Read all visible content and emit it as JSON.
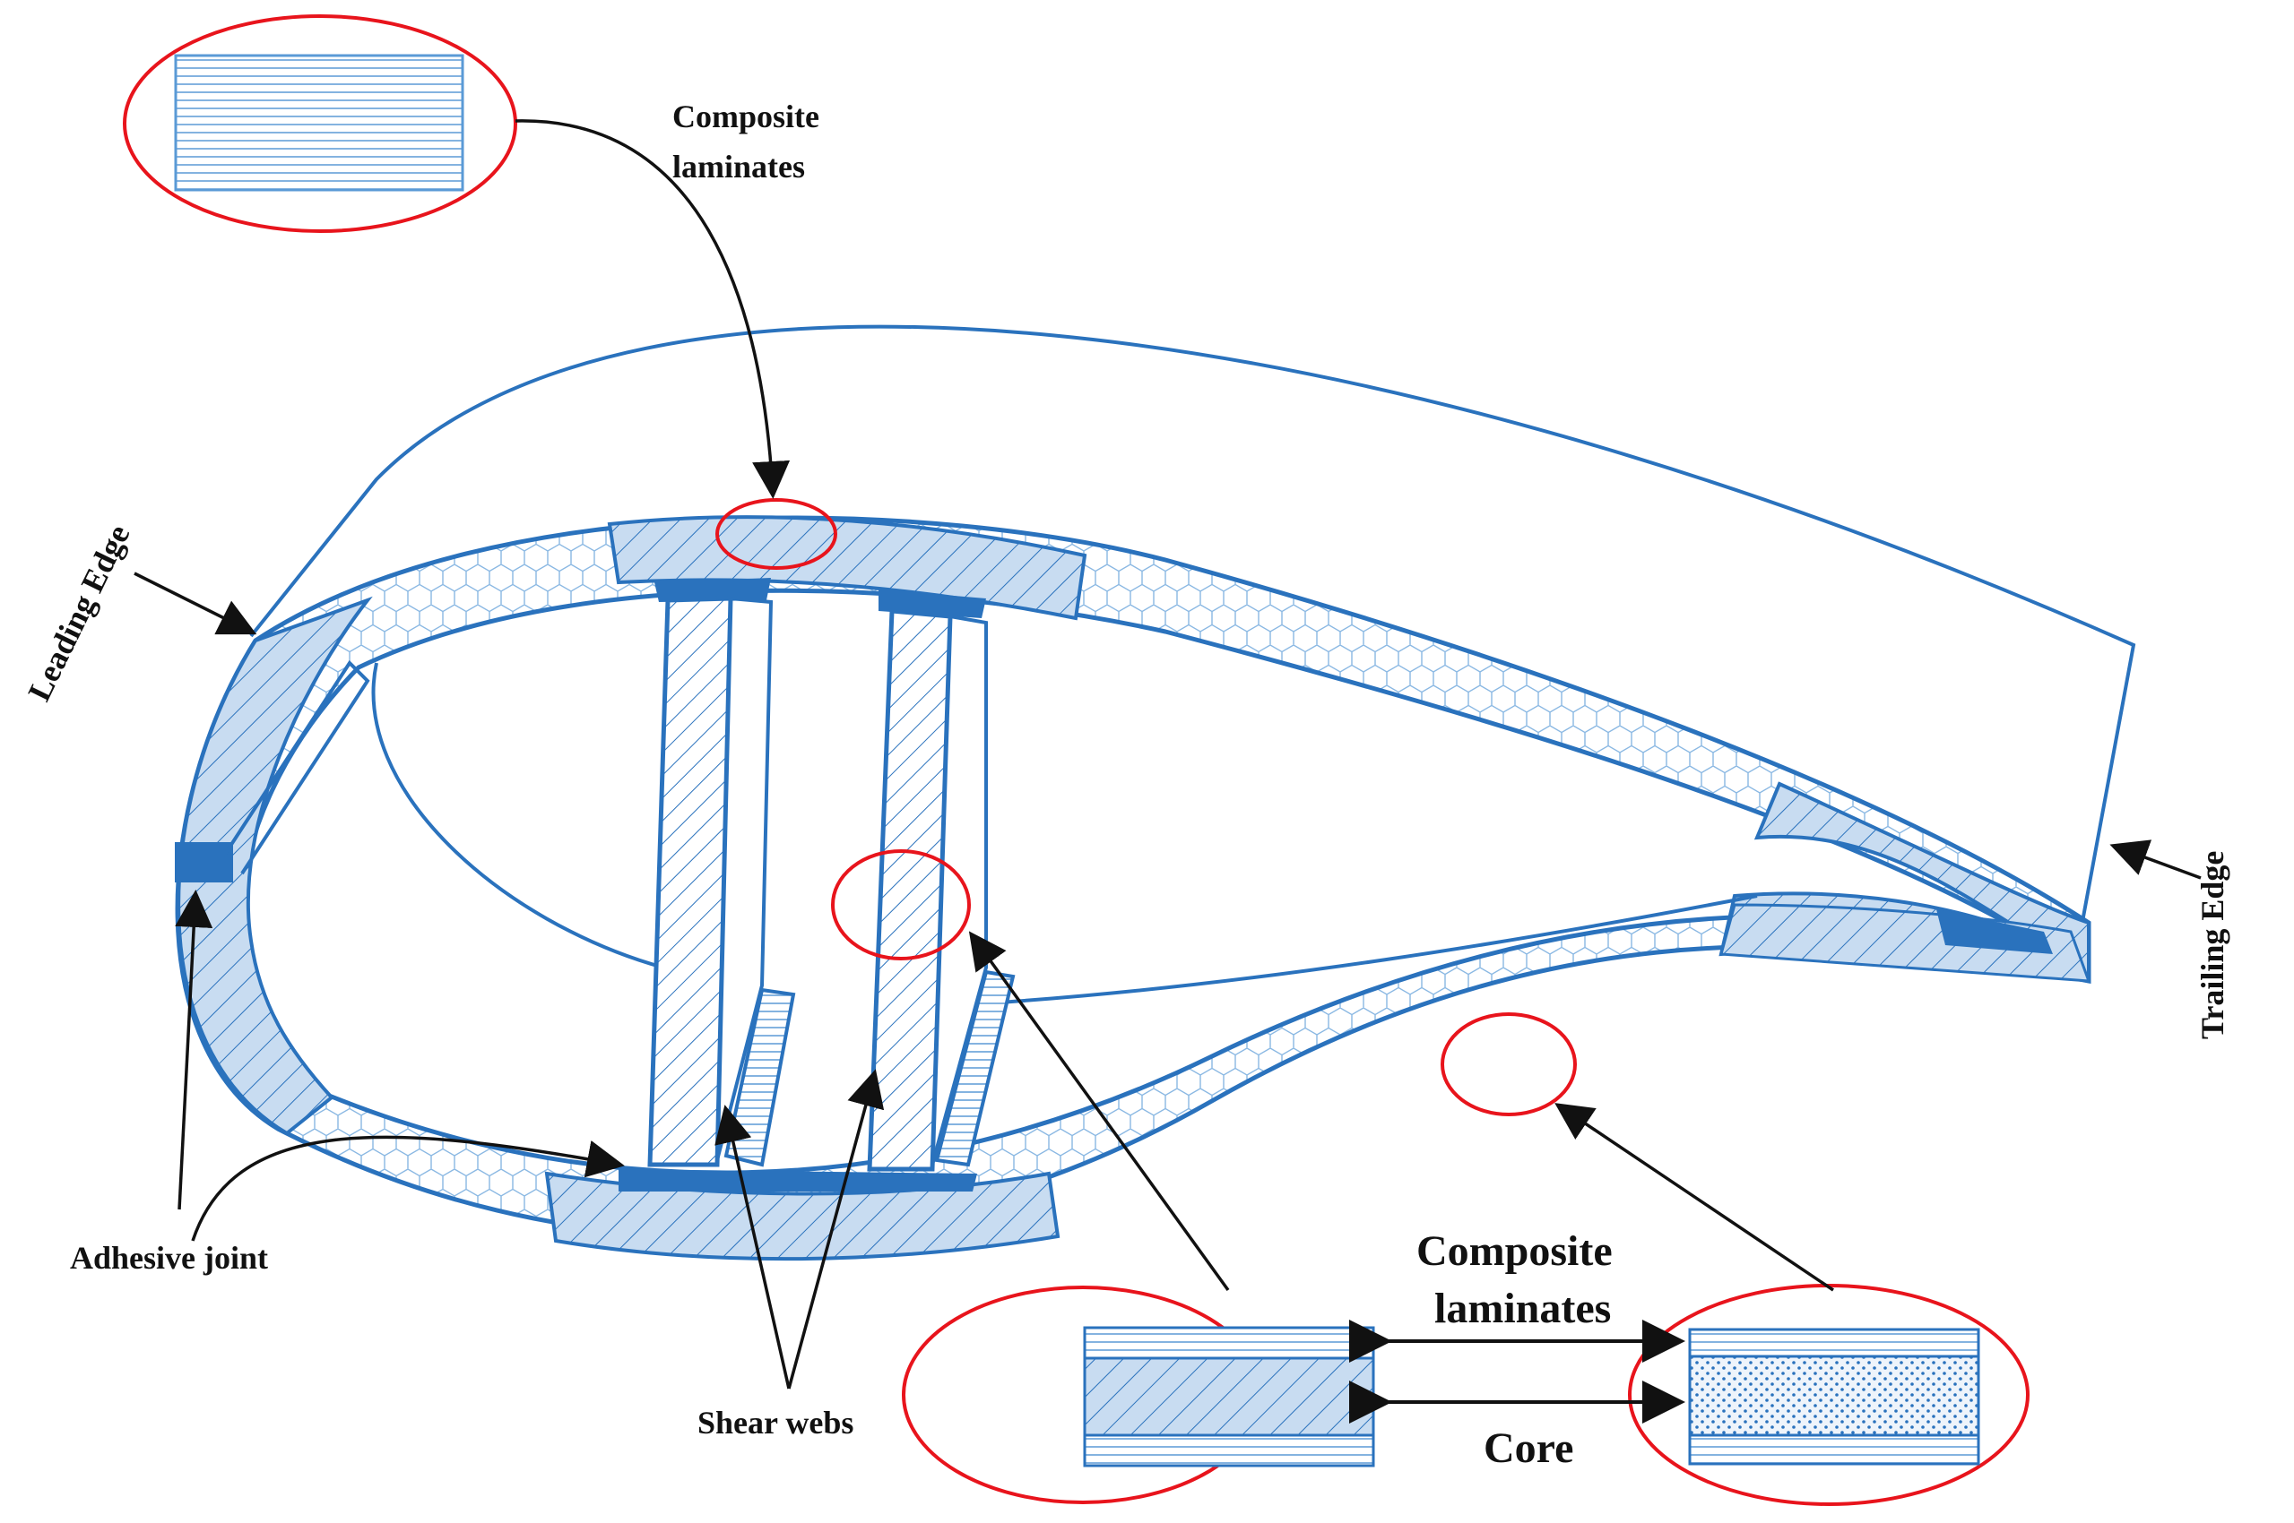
{
  "labels": {
    "composite_top_1": "Composite",
    "composite_top_2": "laminates",
    "leading_edge": "Leading Edge",
    "trailing_edge": "Trailing Edge",
    "adhesive_joint": "Adhesive joint",
    "shear_webs": "Shear webs",
    "composite_bottom_1": "Composite",
    "composite_bottom_2": "laminates",
    "core": "Core"
  },
  "colors": {
    "structure_blue": "#2a72bd",
    "fill_light_blue": "#c8dcf1",
    "highlight_red": "#e8141c",
    "arrow_black": "#111111"
  }
}
